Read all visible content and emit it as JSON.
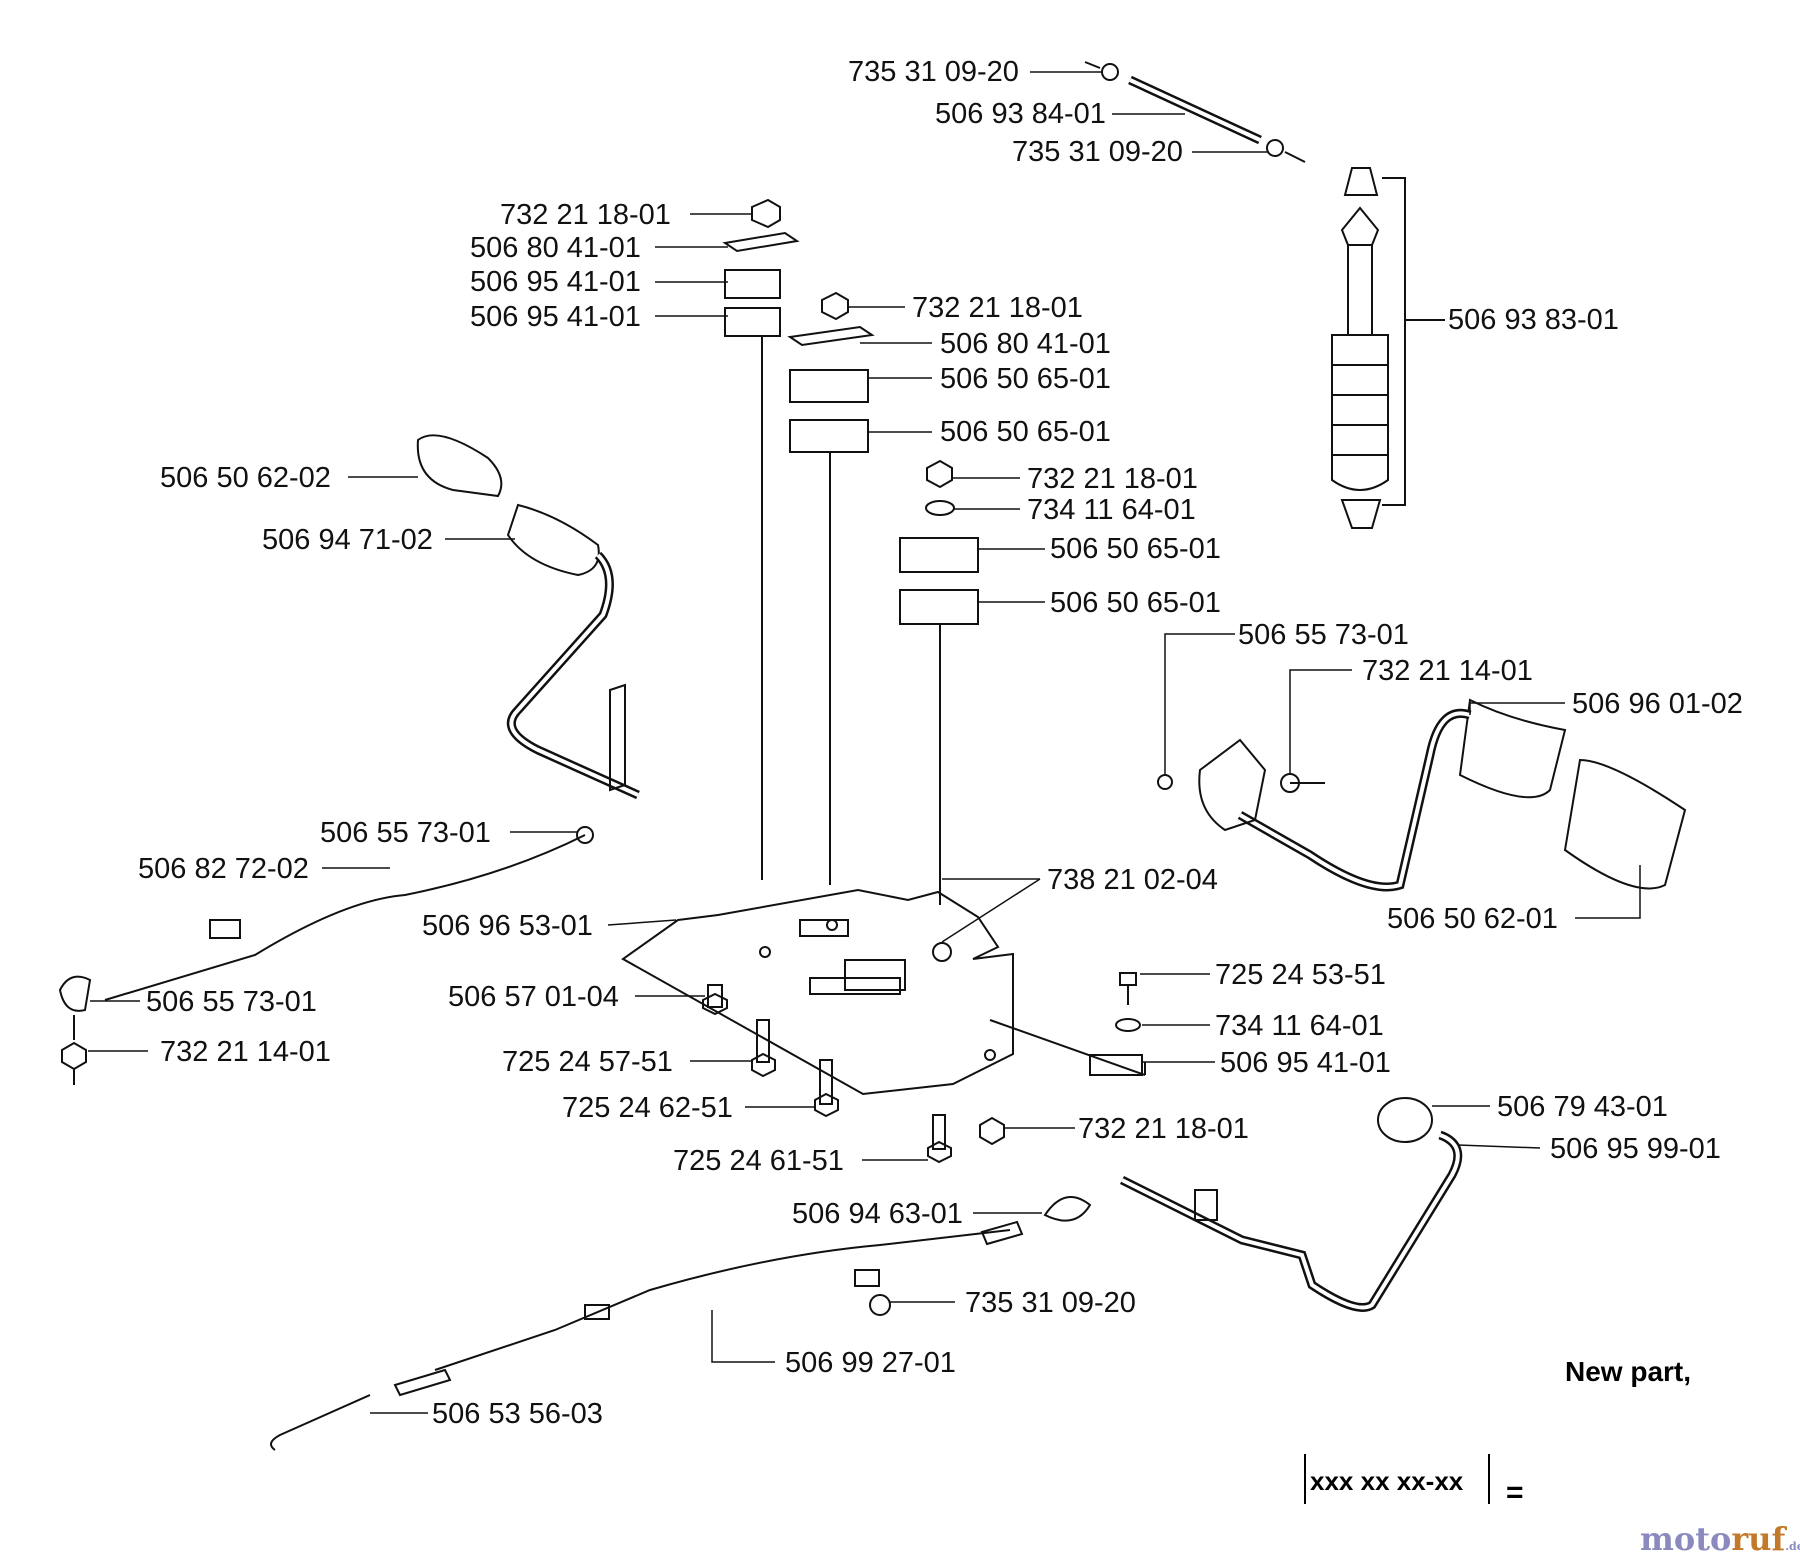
{
  "labels": [
    {
      "id": "l01",
      "text": "735 31 09-20"
    },
    {
      "id": "l02",
      "text": "506 93 84-01"
    },
    {
      "id": "l03",
      "text": "735 31 09-20"
    },
    {
      "id": "l04",
      "text": "732 21 18-01"
    },
    {
      "id": "l05",
      "text": "506 80 41-01"
    },
    {
      "id": "l06",
      "text": "506 95 41-01"
    },
    {
      "id": "l07",
      "text": "506 95 41-01"
    },
    {
      "id": "l08",
      "text": "732 21 18-01"
    },
    {
      "id": "l09",
      "text": "506 80 41-01"
    },
    {
      "id": "l10",
      "text": "506 50 65-01"
    },
    {
      "id": "l11",
      "text": "506 50 65-01"
    },
    {
      "id": "l12",
      "text": "506 93 83-01"
    },
    {
      "id": "l13",
      "text": "506 50 62-02"
    },
    {
      "id": "l14",
      "text": "506 94 71-02"
    },
    {
      "id": "l15",
      "text": "732 21 18-01"
    },
    {
      "id": "l16",
      "text": "734 11 64-01"
    },
    {
      "id": "l17",
      "text": "506 50 65-01"
    },
    {
      "id": "l18",
      "text": "506 50 65-01"
    },
    {
      "id": "l19",
      "text": "506 55 73-01"
    },
    {
      "id": "l20",
      "text": "732 21 14-01"
    },
    {
      "id": "l21",
      "text": "506 96 01-02"
    },
    {
      "id": "l22",
      "text": "506 55 73-01"
    },
    {
      "id": "l23",
      "text": "506 82 72-02"
    },
    {
      "id": "l24",
      "text": "738 21 02-04"
    },
    {
      "id": "l25",
      "text": "506 96 53-01"
    },
    {
      "id": "l26",
      "text": "506 50 62-01"
    },
    {
      "id": "l27",
      "text": "506 55 73-01"
    },
    {
      "id": "l28",
      "text": "506 57 01-04"
    },
    {
      "id": "l29",
      "text": "725 24 53-51"
    },
    {
      "id": "l30",
      "text": "732 21 14-01"
    },
    {
      "id": "l31",
      "text": "734 11 64-01"
    },
    {
      "id": "l32",
      "text": "725 24 57-51"
    },
    {
      "id": "l33",
      "text": "506 95 41-01"
    },
    {
      "id": "l34",
      "text": "725 24 62-51"
    },
    {
      "id": "l35",
      "text": "506 79 43-01"
    },
    {
      "id": "l36",
      "text": "732 21 18-01"
    },
    {
      "id": "l37",
      "text": "506 95 99-01"
    },
    {
      "id": "l38",
      "text": "725 24 61-51"
    },
    {
      "id": "l39",
      "text": "506 94 63-01"
    },
    {
      "id": "l40",
      "text": "735 31 09-20"
    },
    {
      "id": "l41",
      "text": "506 99 27-01"
    },
    {
      "id": "l42",
      "text": "506 53 56-03"
    }
  ],
  "note": "New part,",
  "legend": {
    "code": "xxx xx xx-xx",
    "equals": "="
  },
  "watermark": {
    "main": "moto",
    "accent": "ruf",
    "suffix": ".de"
  },
  "colors": {
    "line": "#111111",
    "watermark_blue": "#8a8abf",
    "watermark_orange": "#c27a2a"
  }
}
